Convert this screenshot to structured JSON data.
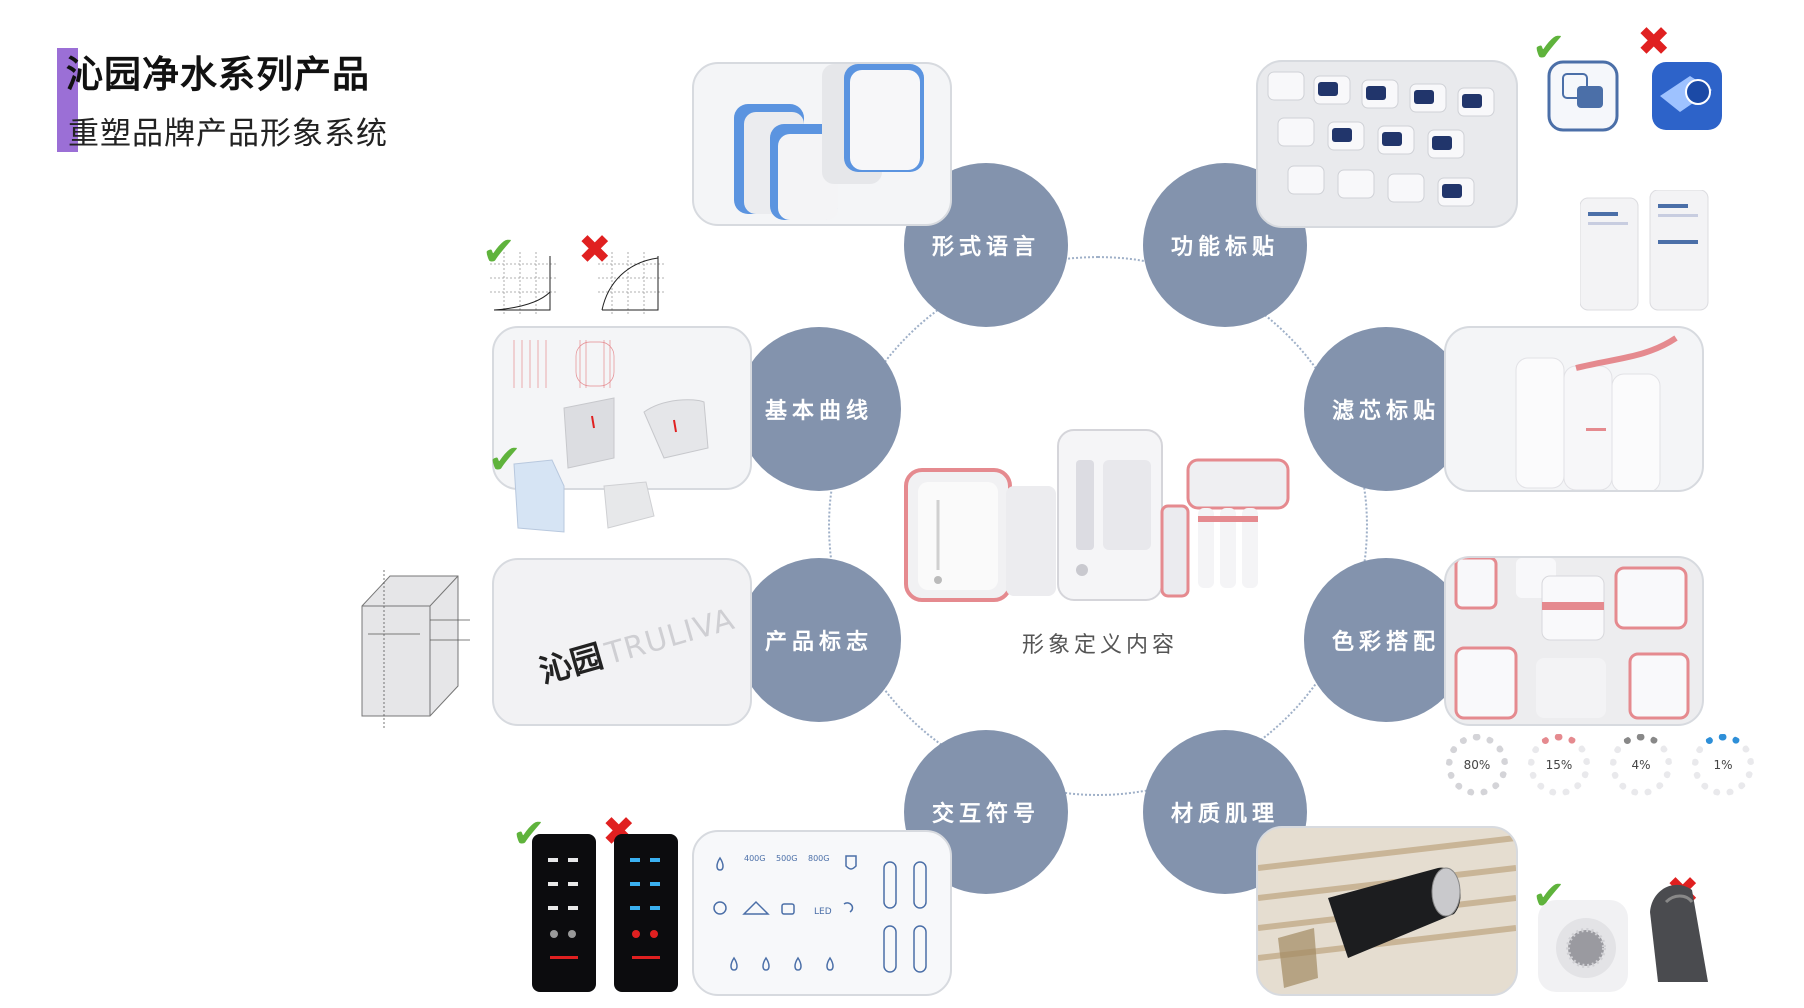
{
  "header": {
    "title": "沁园净水系列产品",
    "subtitle": "重塑品牌产品形象系统"
  },
  "center": {
    "label": "形象定义内容"
  },
  "nodes": [
    {
      "key": "form-language",
      "label": "形式语言"
    },
    {
      "key": "function-sticker",
      "label": "功能标贴"
    },
    {
      "key": "basic-curve",
      "label": "基本曲线"
    },
    {
      "key": "filter-sticker",
      "label": "滤芯标贴"
    },
    {
      "key": "product-logo",
      "label": "产品标志"
    },
    {
      "key": "color-matching",
      "label": "色彩搭配"
    },
    {
      "key": "interaction-symbol",
      "label": "交互符号"
    },
    {
      "key": "material-texture",
      "label": "材质肌理"
    }
  ],
  "logo_card": {
    "brand_cn": "沁园",
    "brand_en": "TRULIVA"
  },
  "color_ratios": [
    "80%",
    "15%",
    "4%",
    "1%"
  ],
  "icons_card": {
    "capacities": [
      "400G",
      "500G",
      "800G"
    ]
  },
  "colors": {
    "node": "#8393ad",
    "accent": "#9b6fd6",
    "check": "#5fb33c",
    "cross": "#e02020",
    "pink": "#e58a8f"
  }
}
